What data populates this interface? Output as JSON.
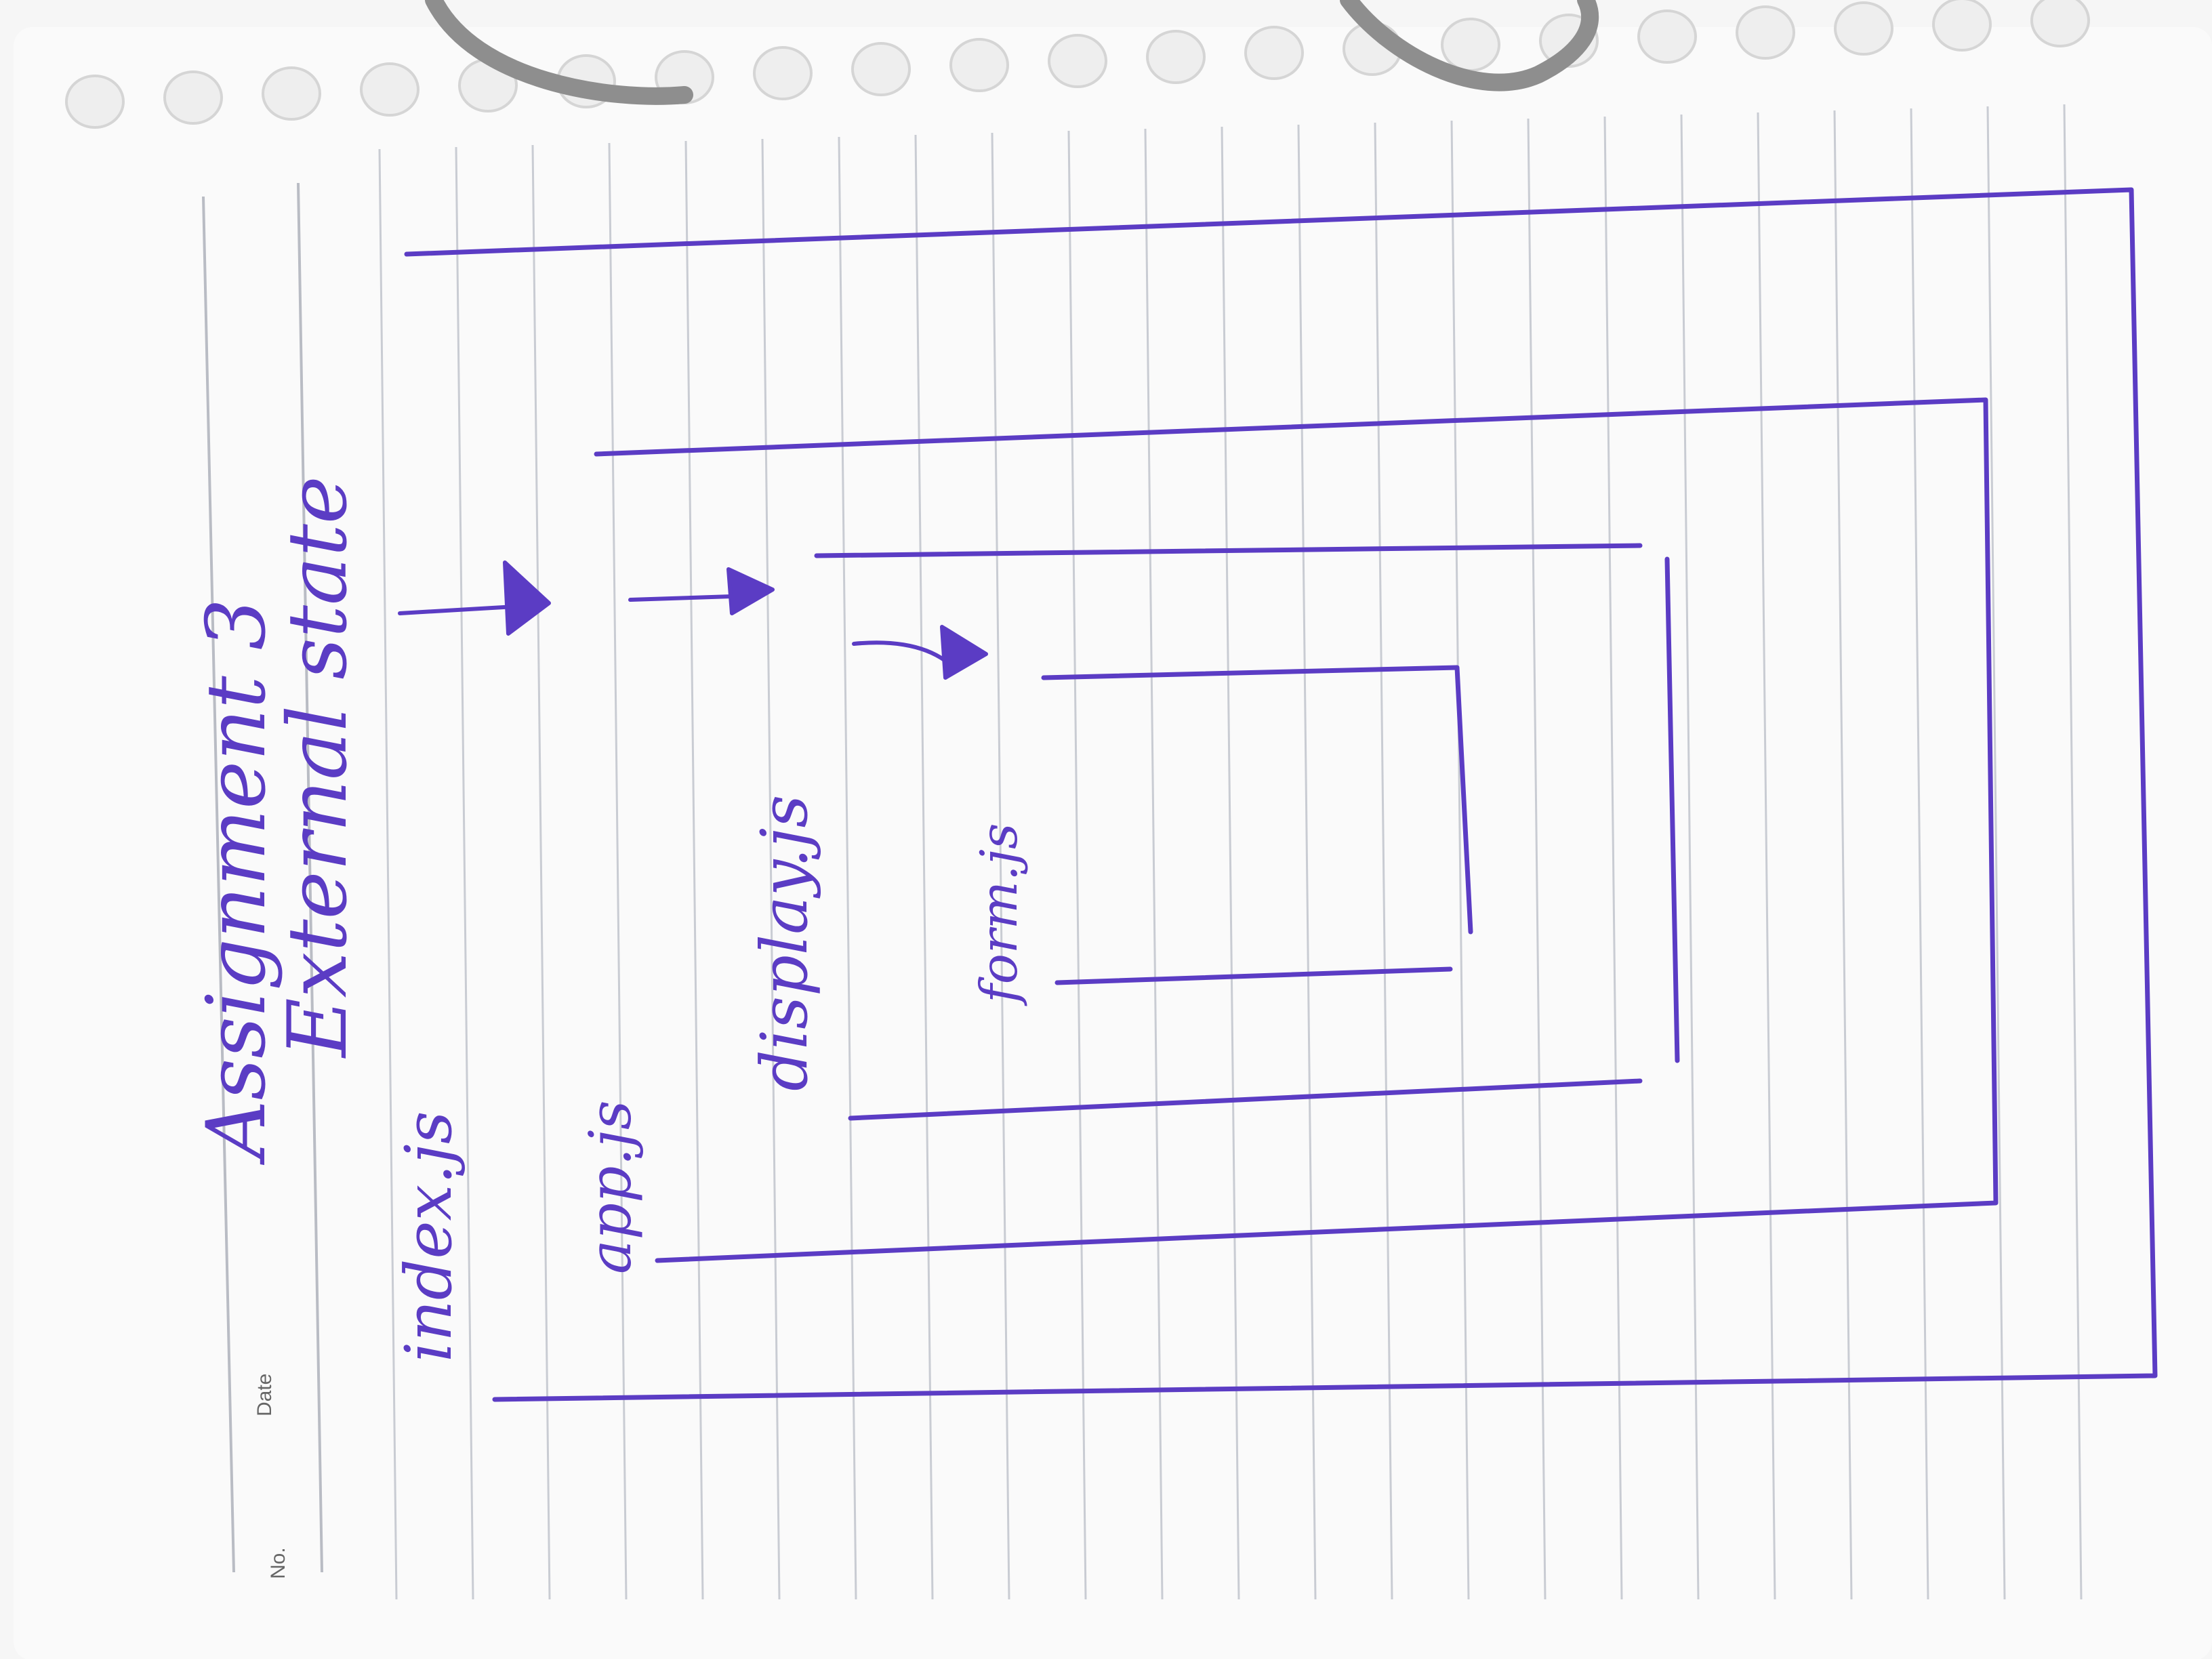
{
  "notebook": {
    "header_labels": {
      "no": "No.",
      "date": "Date"
    }
  },
  "diagram": {
    "title": "Assignment 3",
    "subtitle": "External state",
    "boxes": [
      {
        "id": "index",
        "label": "index.js"
      },
      {
        "id": "app",
        "label": "app.js"
      },
      {
        "id": "display",
        "label": "display.js"
      },
      {
        "id": "form",
        "label": "form.js"
      }
    ],
    "arrows": [
      {
        "from": "index",
        "to": "app"
      },
      {
        "from": "app",
        "to": "display"
      },
      {
        "from": "display",
        "to": "form"
      }
    ]
  },
  "colors": {
    "paper": "#fafafa",
    "background": "#f6f6f6",
    "ruled_line": "#c9ccd3",
    "ink": "#5b3cc4",
    "ring": "#8e8e8e",
    "hole_shadow": "#d5d5d5",
    "header_text": "#666666"
  }
}
